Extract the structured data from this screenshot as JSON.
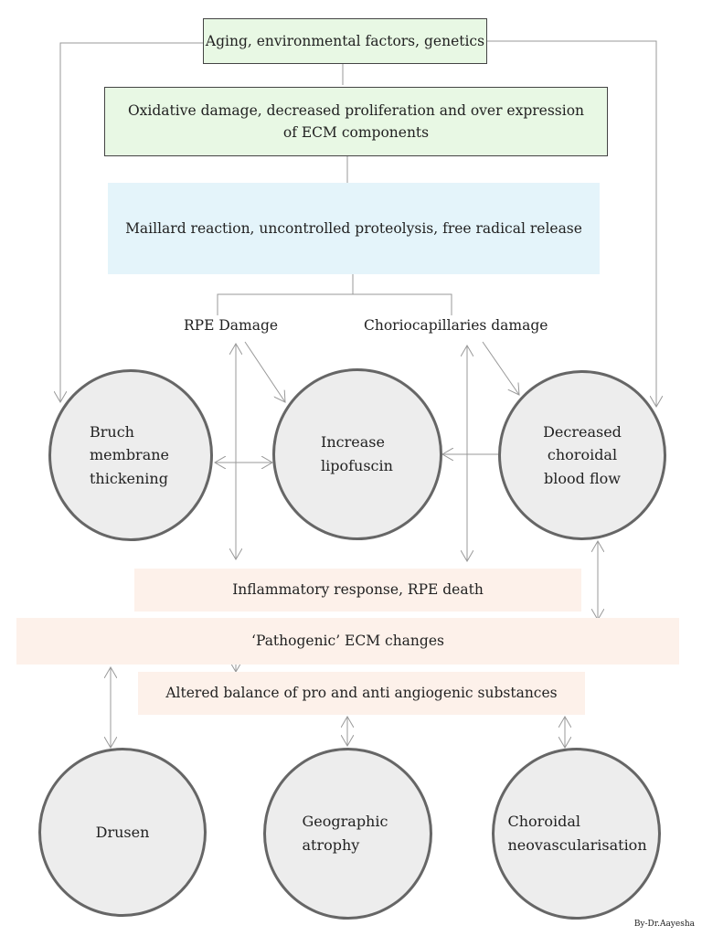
{
  "boxes": {
    "top": "Aging, environmental factors, genetics",
    "oxidative": "Oxidative damage, decreased proliferation and over expression of ECM components",
    "maillard": "Maillard reaction, uncontrolled proteolysis, free radical release",
    "inflammatory": "Inflammatory response, RPE death",
    "pathogenic": "‘Pathogenic’ ECM changes",
    "altered": "Altered balance of pro and anti angiogenic substances"
  },
  "labels": {
    "rpe_damage": "RPE Damage",
    "chorio_damage": "Choriocapillaries damage"
  },
  "circles": {
    "bruch": "Bruch membrane thickening",
    "lipofuscin": "Increase lipofuscin",
    "blood_flow": "Decreased choroidal blood flow",
    "drusen": "Drusen",
    "geographic": "Geographic atrophy",
    "cnv": "Choroidal neovascularisation"
  },
  "credit": "By-Dr.Aayesha",
  "colors": {
    "green_box": "#e8f8e4",
    "blue_box": "#e4f4fa",
    "peach_box": "#fdf1ea",
    "circle_fill": "#ededed",
    "circle_border": "#666666",
    "arrow": "#999999"
  }
}
